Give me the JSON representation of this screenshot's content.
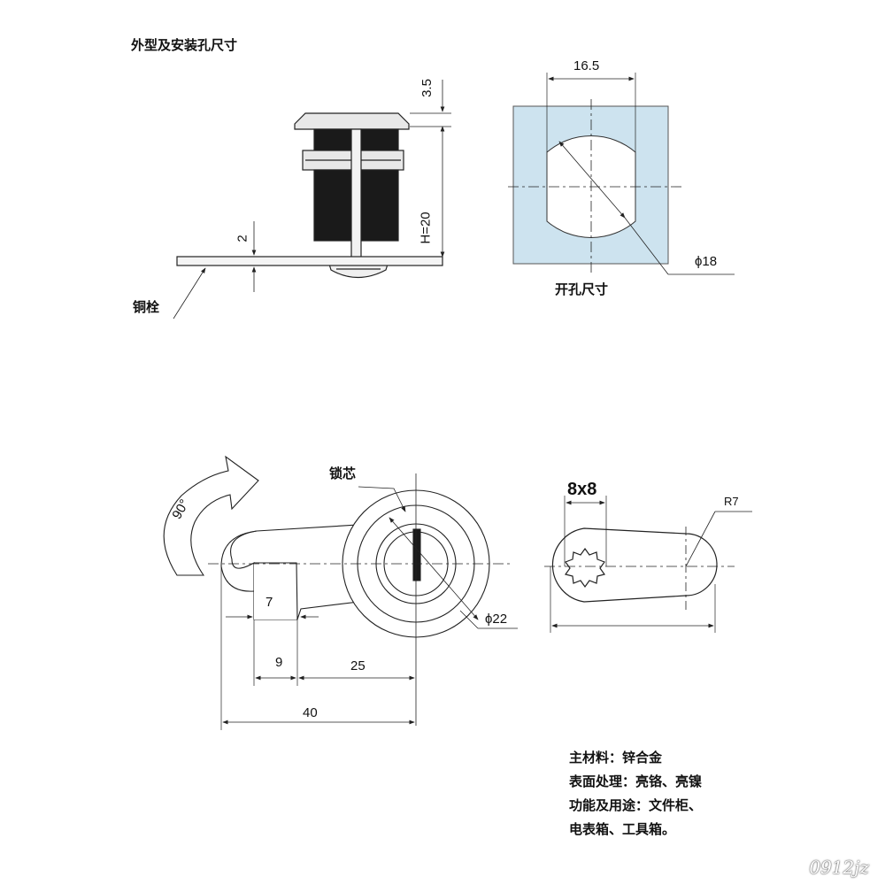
{
  "texts": {
    "title_outline": "外型及安装孔尺寸",
    "dim_3_5": "3.5",
    "dim_h20": "H=20",
    "dim_2": "2",
    "label_copper": "铜栓",
    "dim_16_5": "16.5",
    "dim_phi18": "ϕ18",
    "label_hole": "开孔尺寸",
    "label_core": "锁芯",
    "rot_90": "90°",
    "dim_7": "7",
    "dim_9": "9",
    "dim_25": "25",
    "dim_40": "40",
    "dim_phi22": "ϕ22",
    "dim_8x8": "8x8",
    "dim_r7": "R7"
  },
  "specs": [
    "主材料：锌合金",
    "表面处理：亮铬、亮镍",
    "功能及用途：文件柜、",
    "电表箱、工具箱。"
  ],
  "watermark": "0912jz",
  "colors": {
    "panel": "#cde3ef",
    "line": "#222222"
  }
}
